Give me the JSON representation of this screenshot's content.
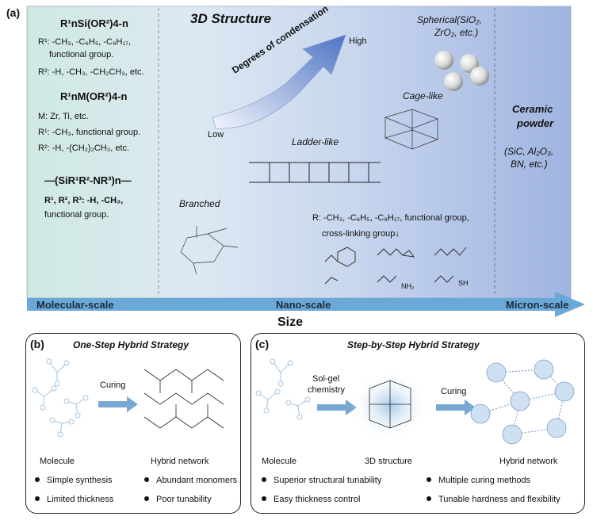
{
  "panel_a": {
    "label": "(a)",
    "title": "3D Structure",
    "arrow_label": "Degrees of condensation",
    "low": "Low",
    "high": "High",
    "left_column": {
      "formula1": "R¹nSi(OR²)4-n",
      "f1_r1": "R¹: -CH₃, -C₆H₅, -C₈H₁₇,",
      "f1_r1b": "functional group.",
      "f1_r2": "R²: -H, -CH₃, -CH₂CH₃, etc.",
      "formula2": "R¹nM(OR²)4-n",
      "f2_m": "M: Zr, Ti, etc.",
      "f2_r1": "R¹: -CH₃, functional group.",
      "f2_r2": "R²: -H, -(CH₂)₂CH₃, etc.",
      "formula3": "—(SiR¹R²-NR³)n—",
      "f3_r": "R¹, R², R³: -H, -CH₃,",
      "f3_rb": "functional group."
    },
    "structures": {
      "spherical": "Spherical(SiO₂,",
      "spherical2": "ZrO₂, etc.)",
      "cage": "Cage-like",
      "ladder": "Ladder-like",
      "branched": "Branched"
    },
    "r_groups": "R: -CH₃, -C₆H₅, -C₈H₁₇, functional group,",
    "crosslink": "cross-linking group↓",
    "nh2": "NH₂",
    "sh": "SH",
    "ceramic_title": "Ceramic",
    "ceramic_title2": "powder",
    "ceramic_sub": "(SiC, Al₂O₃,",
    "ceramic_sub2": "BN, etc.)",
    "scales": [
      "Molecular-scale",
      "Nano-scale",
      "Micron-scale"
    ],
    "size": "Size"
  },
  "panel_b": {
    "label": "(b)",
    "title": "One-Step Hybrid Strategy",
    "curing": "Curing",
    "molecule": "Molecule",
    "network": "Hybrid network",
    "bullets": [
      "Simple synthesis",
      "Abundant monomers",
      "Limited thickness",
      "Poor tunability"
    ]
  },
  "panel_c": {
    "label": "(c)",
    "title": "Step-by-Step Hybrid Strategy",
    "solgel": "Sol-gel",
    "solgel2": "chemistry",
    "curing": "Curing",
    "molecule": "Molecule",
    "structure": "3D structure",
    "network": "Hybrid network",
    "bullets": [
      "Superior structural tunability",
      "Multiple curing methods",
      "Easy thickness control",
      "Tunable hardness and flexibility"
    ]
  }
}
